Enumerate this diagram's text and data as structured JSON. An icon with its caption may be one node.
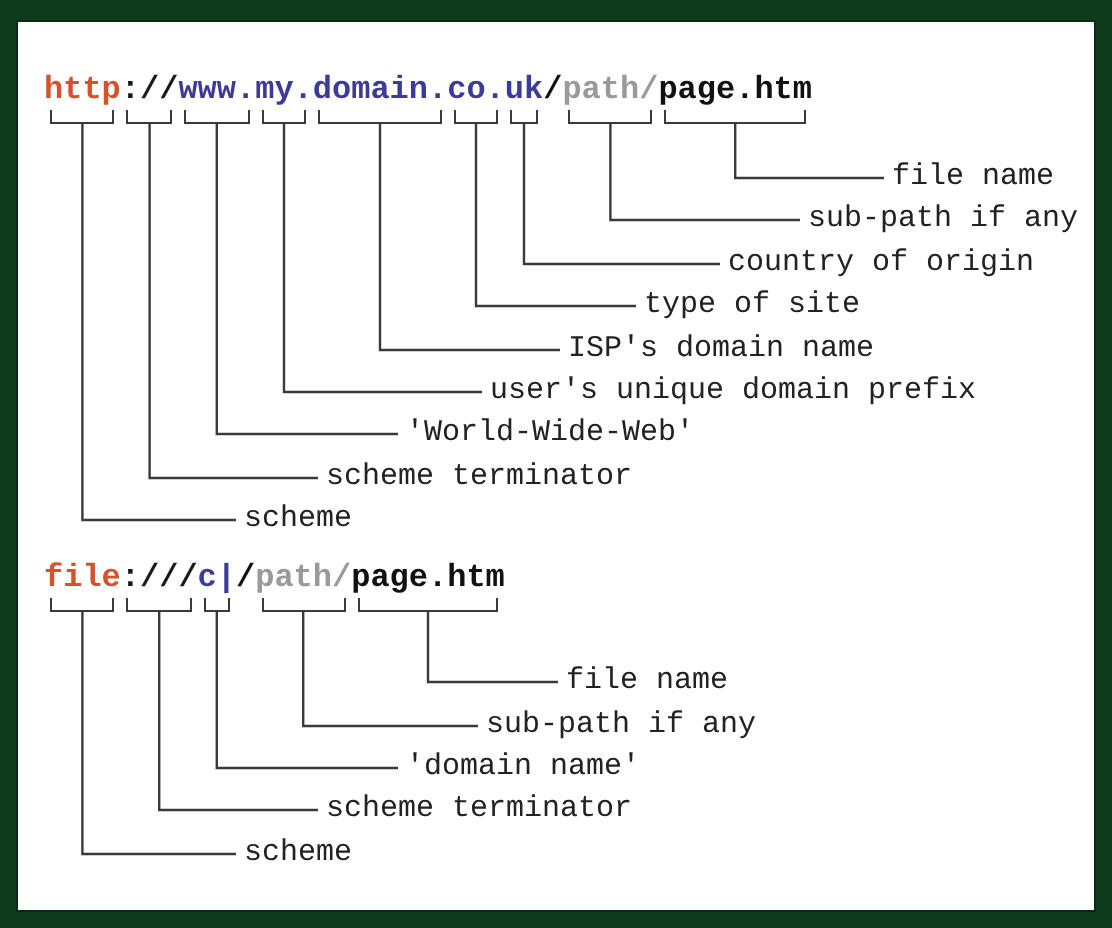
{
  "diagram": {
    "nodes": [
      {
        "text": [
          "http"
        ]
      },
      {
        "text": [
          "://"
        ]
      },
      {
        "text": [
          "www."
        ]
      },
      {
        "text": [
          "my."
        ]
      },
      {
        "text": [
          "domain."
        ]
      },
      {
        "text": [
          "co."
        ]
      },
      {
        "text": [
          "uk"
        ]
      },
      {
        "text": [
          "path/"
        ]
      },
      {
        "text": [
          "page.htm"
        ]
      },
      {
        "text": [
          "file name"
        ]
      },
      {
        "text": [
          "sub-path if any"
        ]
      },
      {
        "text": [
          "country of origin"
        ]
      },
      {
        "text": [
          "type of site"
        ]
      },
      {
        "text": [
          "ISP's domain name"
        ]
      },
      {
        "text": [
          "user's unique domain prefix"
        ]
      },
      {
        "text": [
          "'World-Wide-Web'"
        ]
      },
      {
        "text": [
          "scheme terminator"
        ]
      },
      {
        "text": [
          "scheme"
        ]
      },
      {
        "text": [
          "file"
        ]
      },
      {
        "text": [
          ":///"
        ]
      },
      {
        "text": [
          "c|"
        ]
      },
      {
        "text": [
          "path/"
        ]
      },
      {
        "text": [
          "page.htm"
        ]
      },
      {
        "text": [
          "file name"
        ]
      },
      {
        "text": [
          "sub-path if any"
        ]
      },
      {
        "text": [
          "'domain name'"
        ]
      },
      {
        "text": [
          "scheme terminator"
        ]
      },
      {
        "text": [
          "scheme"
        ]
      }
    ],
    "edges": [
      {
        "from": 9,
        "to": 8,
        "arrow": "none"
      },
      {
        "from": 10,
        "to": 7,
        "arrow": "none"
      },
      {
        "from": 11,
        "to": 6,
        "arrow": "none"
      },
      {
        "from": 12,
        "to": 5,
        "arrow": "none"
      },
      {
        "from": 13,
        "to": 4,
        "arrow": "none"
      },
      {
        "from": 14,
        "to": 3,
        "arrow": "none"
      },
      {
        "from": 15,
        "to": 2,
        "arrow": "none"
      },
      {
        "from": 16,
        "to": 1,
        "arrow": "none"
      },
      {
        "from": 17,
        "to": 0,
        "arrow": "none"
      },
      {
        "from": 23,
        "to": 22,
        "arrow": "none"
      },
      {
        "from": 24,
        "to": 21,
        "arrow": "none"
      },
      {
        "from": 25,
        "to": 20,
        "arrow": "none"
      },
      {
        "from": 26,
        "to": 19,
        "arrow": "none"
      },
      {
        "from": 27,
        "to": 18,
        "arrow": "none"
      }
    ],
    "labels": [
      "/",
      "/"
    ]
  }
}
